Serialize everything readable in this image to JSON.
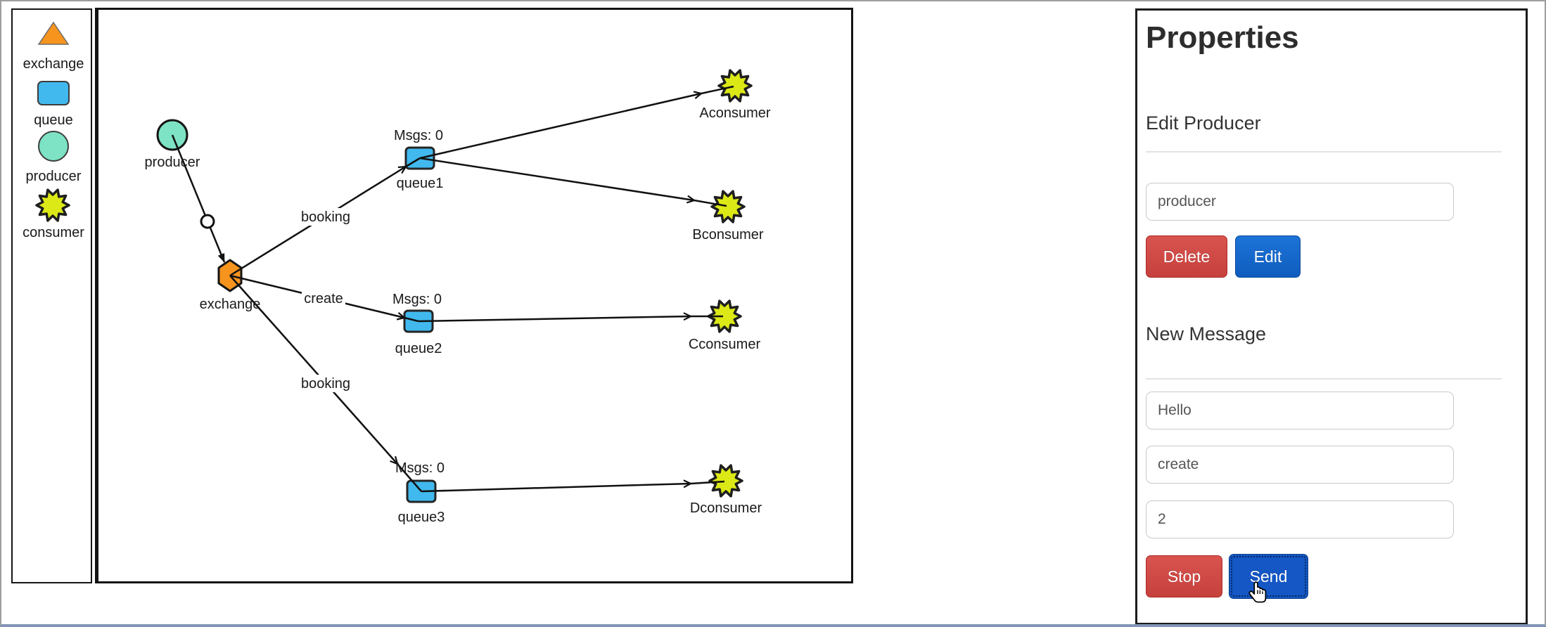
{
  "palette": {
    "items": [
      {
        "label": "exchange",
        "shape": "triangle-icon"
      },
      {
        "label": "queue",
        "shape": "rect-icon"
      },
      {
        "label": "producer",
        "shape": "circle-icon"
      },
      {
        "label": "consumer",
        "shape": "star-icon"
      }
    ]
  },
  "diagram": {
    "producer_label": "producer",
    "exchange_label": "exchange",
    "queues": [
      {
        "name": "queue1",
        "msgs": "Msgs: 0"
      },
      {
        "name": "queue2",
        "msgs": "Msgs: 0"
      },
      {
        "name": "queue3",
        "msgs": "Msgs: 0"
      }
    ],
    "consumers": [
      {
        "name": "Aconsumer"
      },
      {
        "name": "Bconsumer"
      },
      {
        "name": "Cconsumer"
      },
      {
        "name": "Dconsumer"
      }
    ],
    "edge_labels": {
      "exchange_queue1": "booking",
      "exchange_queue2": "create",
      "exchange_queue3": "booking"
    }
  },
  "properties": {
    "title": "Properties",
    "edit_producer": {
      "heading": "Edit Producer",
      "name_input": {
        "value": "producer"
      },
      "delete_button": "Delete",
      "edit_button": "Edit"
    },
    "new_message": {
      "heading": "New Message",
      "message_input": {
        "value": "Hello"
      },
      "routing_input": {
        "value": "create"
      },
      "count_input": {
        "value": "2"
      },
      "stop_button": "Stop",
      "send_button": "Send"
    }
  },
  "colors": {
    "exchange_orange": "#f7941e",
    "queue_blue": "#41b9ee",
    "producer_teal": "#7de3c4",
    "consumer_yellow": "#dce916",
    "danger_red": "#d9534f",
    "primary_blue": "#1457c5"
  }
}
